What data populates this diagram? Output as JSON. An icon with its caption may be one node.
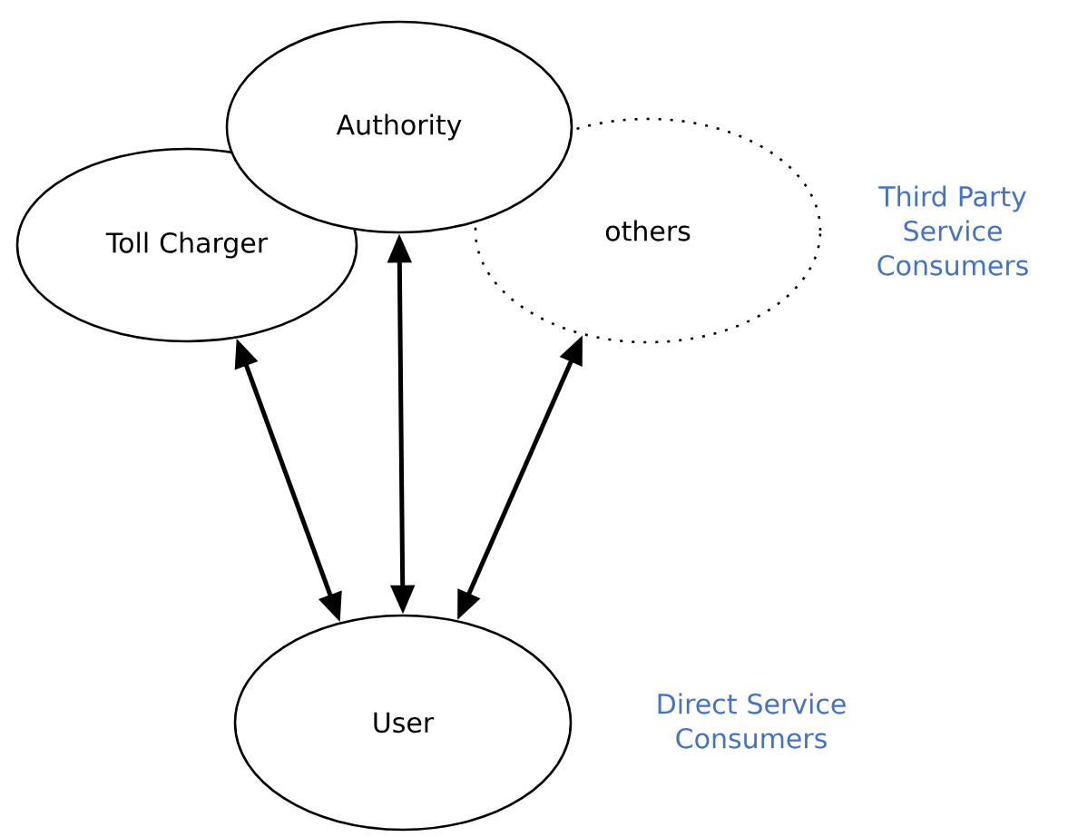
{
  "diagram": {
    "nodes": [
      {
        "text": [
          "Authority"
        ]
      },
      {
        "text": [
          "Toll Charger"
        ]
      },
      {
        "text": [
          "others"
        ]
      },
      {
        "text": [
          "User"
        ]
      }
    ],
    "edges": [
      {
        "from": 1,
        "to": 3,
        "arrow": "both"
      },
      {
        "from": 0,
        "to": 3,
        "arrow": "both"
      },
      {
        "from": 2,
        "to": 3,
        "arrow": "both"
      }
    ],
    "labels": [
      "Third Party Service Consumers",
      "Direct Service Consumers"
    ]
  }
}
